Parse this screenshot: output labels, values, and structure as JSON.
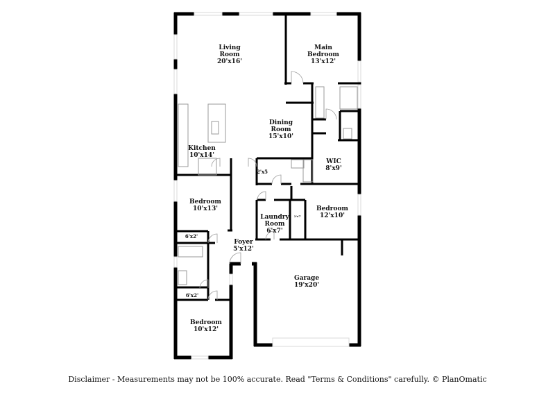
{
  "rooms": {
    "living": {
      "name1": "Living",
      "name2": "Room",
      "dim": "20'x16'"
    },
    "main_bedroom": {
      "name1": "Main",
      "name2": "Bedroom",
      "dim": "13'x12'"
    },
    "dining": {
      "name1": "Dining",
      "name2": "Room",
      "dim": "15'x10'"
    },
    "kitchen": {
      "name": "Kitchen",
      "dim": "10'x14'"
    },
    "wic": {
      "name": "WIC",
      "dim": "8'x9'"
    },
    "closet_2x5": {
      "dim": "2'x5"
    },
    "bedroom_1": {
      "name": "Bedroom",
      "dim": "10'x13'"
    },
    "bedroom_2": {
      "name": "Bedroom",
      "dim": "12'x10'"
    },
    "bedroom_3": {
      "name": "Bedroom",
      "dim": "10'x12'"
    },
    "laundry": {
      "name1": "Laundry",
      "name2": "Room",
      "dim": "6'x7'"
    },
    "closet_small": {
      "dim": "2'x7'"
    },
    "closet_a": {
      "dim": "6'x2'"
    },
    "closet_b": {
      "dim": "6'x2'"
    },
    "foyer": {
      "name": "Foyer",
      "dim": "5'x12'"
    },
    "garage": {
      "name": "Garage",
      "dim": "19'x20'"
    }
  },
  "disclaimer": "Disclaimer - Measurements may not be 100% accurate. Read \"Terms & Conditions\" carefully. © PlanOmatic",
  "colors": {
    "wall": "#000000",
    "window": "#d8d8d8",
    "fixture": "#9a9a9a"
  }
}
